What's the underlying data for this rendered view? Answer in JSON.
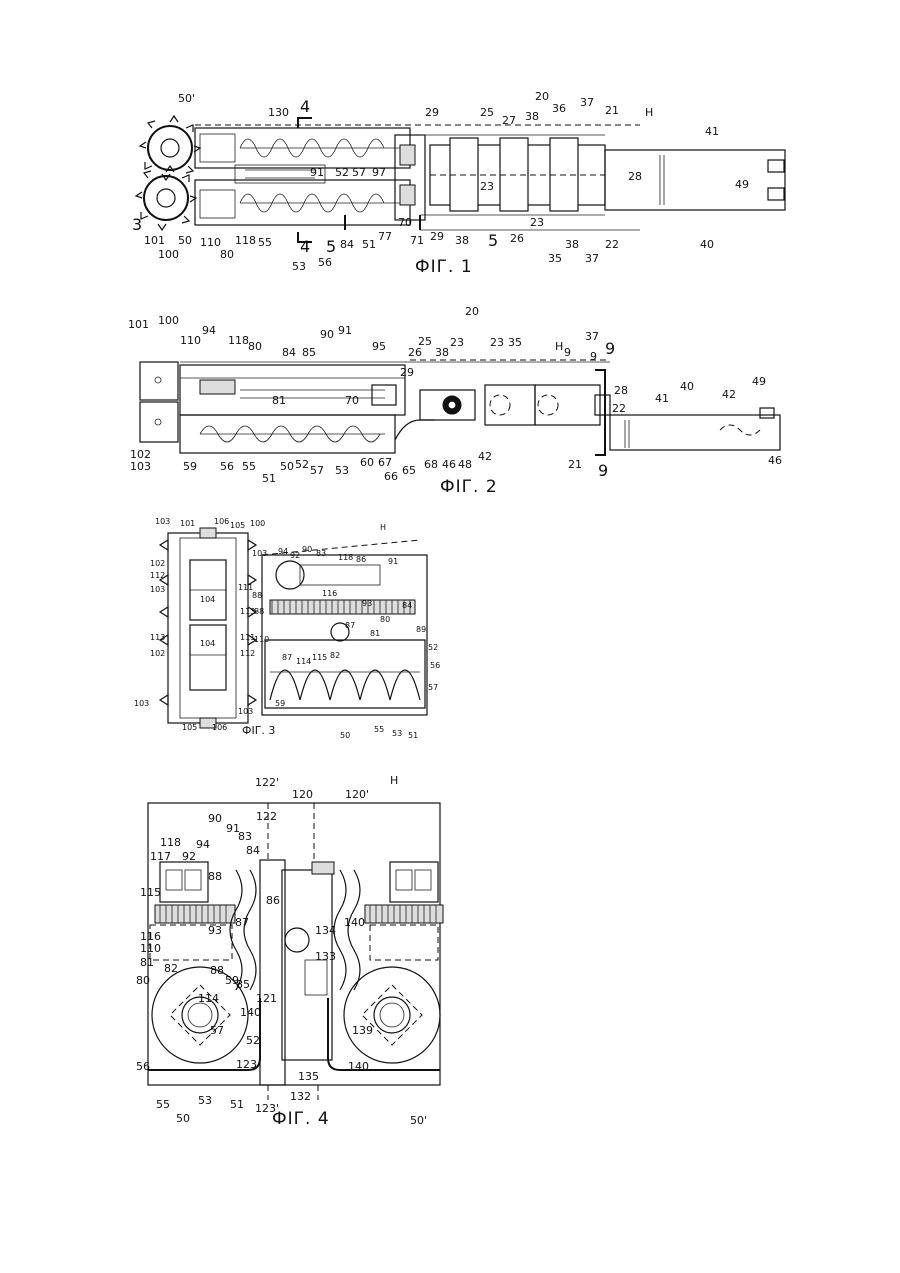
{
  "figures": [
    {
      "caption": "ФІГ. 1",
      "labels": [
        "50'",
        "4",
        "130",
        "29",
        "20",
        "25",
        "36",
        "37",
        "21",
        "H",
        "38",
        "27",
        "41",
        "28",
        "49",
        "23",
        "91",
        "52",
        "57",
        "97",
        "3",
        "101",
        "50",
        "110",
        "118",
        "80",
        "55",
        "4",
        "5",
        "84",
        "51",
        "53",
        "56",
        "77",
        "70",
        "71",
        "29",
        "5",
        "38",
        "26",
        "23",
        "38",
        "22",
        "35",
        "37",
        "40",
        "100"
      ]
    },
    {
      "caption": "ФІГ. 2",
      "labels": [
        "20",
        "101",
        "100",
        "94",
        "118",
        "80",
        "90",
        "91",
        "110",
        "84",
        "85",
        "95",
        "25",
        "26",
        "38",
        "23",
        "35",
        "23",
        "37",
        "H",
        "9",
        "29",
        "81",
        "70",
        "28",
        "49",
        "41",
        "40",
        "42",
        "22",
        "102",
        "103",
        "59",
        "56",
        "55",
        "51",
        "50",
        "52",
        "57",
        "53",
        "60",
        "67",
        "66",
        "65",
        "68",
        "46",
        "48",
        "42",
        "21",
        "9",
        "46"
      ]
    },
    {
      "caption": "ФІГ. 3",
      "labels": [
        "103",
        "101",
        "106",
        "105",
        "100",
        "H",
        "102",
        "112",
        "103",
        "104",
        "111",
        "113",
        "94",
        "92",
        "90",
        "83",
        "118",
        "86",
        "91",
        "88",
        "103",
        "116",
        "93",
        "84",
        "88",
        "87",
        "80",
        "81",
        "89",
        "52",
        "113",
        "102",
        "111",
        "110",
        "104",
        "112",
        "87",
        "114",
        "115",
        "82",
        "56",
        "57",
        "59",
        "103",
        "105",
        "106",
        "103",
        "50",
        "55",
        "53",
        "51"
      ]
    },
    {
      "caption": "ФІГ. 4",
      "labels": [
        "122'",
        "120",
        "120'",
        "H",
        "90",
        "91",
        "122",
        "118",
        "92",
        "83",
        "84",
        "94",
        "117",
        "88",
        "86",
        "115",
        "87",
        "134",
        "140",
        "116",
        "93",
        "110",
        "133",
        "81",
        "88",
        "80",
        "85",
        "121",
        "82",
        "59",
        "114",
        "140",
        "139",
        "57",
        "52",
        "56",
        "123",
        "140",
        "55",
        "53",
        "51",
        "50",
        "123'",
        "132",
        "135",
        "50'"
      ]
    }
  ]
}
